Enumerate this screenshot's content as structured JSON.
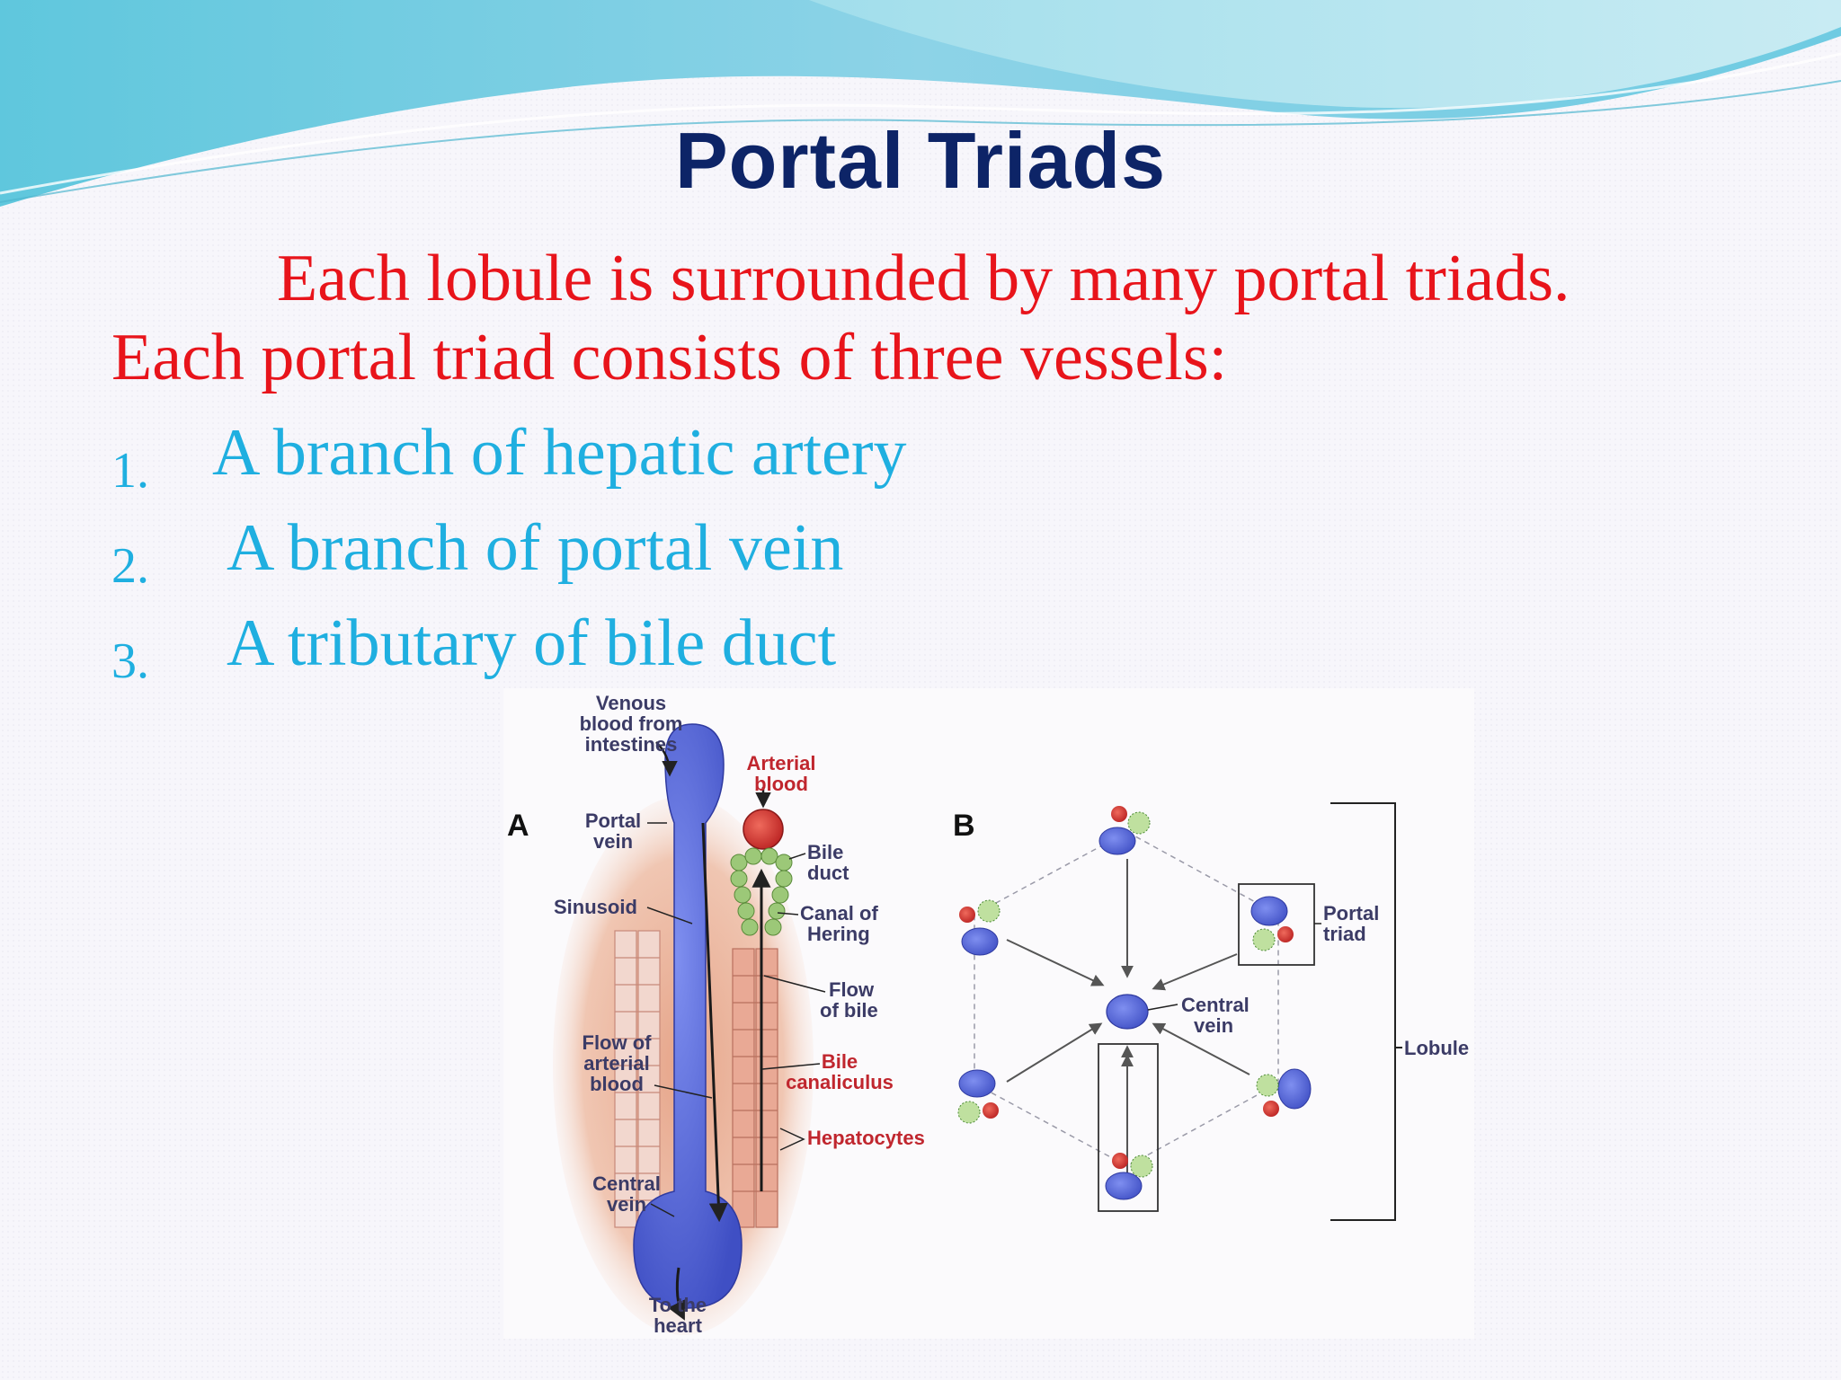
{
  "slide": {
    "title": "Portal Triads",
    "intro_line1": "Each lobule is surrounded by many portal triads.",
    "intro_line2": "Each portal triad consists of three vessels:",
    "items": [
      {
        "number": "1.",
        "text": "A branch of hepatic artery"
      },
      {
        "number": "2.",
        "text": "A branch of portal vein"
      },
      {
        "number": "3.",
        "text": "A tributary of bile duct"
      }
    ]
  },
  "figure": {
    "panel_a": {
      "letter": "A",
      "venous_blood": [
        "Venous",
        "blood from",
        "intestines"
      ],
      "arterial_blood": [
        "Arterial",
        "blood"
      ],
      "portal_vein": [
        "Portal",
        "vein"
      ],
      "bile_duct": [
        "Bile",
        "duct"
      ],
      "sinusoid": "Sinusoid",
      "canal_of_hering": [
        "Canal of",
        "Hering"
      ],
      "flow_of_bile": [
        "Flow",
        "of bile"
      ],
      "flow_of_arterial_blood": [
        "Flow of",
        "arterial",
        "blood"
      ],
      "bile_canaliculus": [
        "Bile",
        "canaliculus"
      ],
      "hepatocytes": "Hepatocytes",
      "central_vein": [
        "Central",
        "vein"
      ],
      "to_the_heart": [
        "To the",
        "heart"
      ]
    },
    "panel_b": {
      "letter": "B",
      "portal_triad": [
        "Portal",
        "triad"
      ],
      "central_vein": [
        "Central",
        "vein"
      ],
      "lobule": "Lobule"
    }
  },
  "colors": {
    "title": "#0d2467",
    "red_text": "#e8141b",
    "list_text": "#1fafe0",
    "vein_blue": "#5566d8",
    "artery_red": "#d23a2e",
    "bile_green": "#9cc878",
    "tissue": "#e9b69e"
  }
}
